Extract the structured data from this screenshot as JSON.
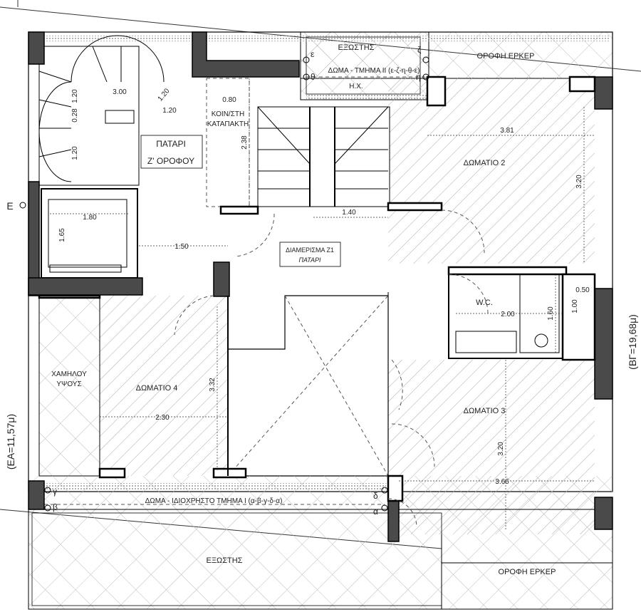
{
  "labels": {
    "balcony_top": "ΕΞΩΣΤΗΣ",
    "roof_erker_top": "ΟΡΟΦΗ ΕΡΚΕΡ",
    "terrace_ii": "ΔΩΜΑ - ΤΜΗΜΑ ΙΙ (ε-ζ-η-θ-ε)",
    "hx": "Η.Χ.",
    "patari_line1": "ΠΑΤΑΡΙ",
    "patari_line2": "Ζ' ΟΡΟΦΟΥ",
    "hatch_line1": "ΚΟΙΝ/ΣΤΗ",
    "hatch_line2": "ΚΑΤΑΠΑΚΤΗ",
    "room2": "ΔΩΜΑΤΙΟ 2",
    "apartment": "ΔΙΑΜΕΡΙΣΜΑ Ζ1",
    "apartment_sub": "ΠΑΤΑΡΙ",
    "wc": "W.C.",
    "low_line1": "ΧΑΜΗΛΟΥ",
    "low_line2": "ΥΨΟΥΣ",
    "room4": "ΔΩΜΑΤΙΟ 4",
    "room3": "ΔΩΜΑΤΙΟ 3",
    "terrace_i": "ΔΩΜΑ - ΙΔΙΟΧΡΗΣΤΟ ΤΜΗΜΑ Ι (α-β-γ-δ-α)",
    "balcony_bottom": "ΕΞΩΣΤΗΣ",
    "roof_erker_bottom": "ΟΡΟΦΗ ΕΡΚΕΡ",
    "side_left": "(ΕΑ=11,57μ)",
    "side_right": "(ΒΓ=19,68μ)",
    "point_e_left": "Ε"
  },
  "points": {
    "epsilon": "ε",
    "zeta": "ζ",
    "eta": "η",
    "theta": "θ",
    "alpha1": "α",
    "beta": "β",
    "gamma": "γ",
    "delta": "δ",
    "alpha2": "α"
  },
  "dimensions": {
    "stair_1": "1.20",
    "stair_2": "3.00",
    "stair_3": "1.20",
    "stair_4": "1.20",
    "stair_5": "0.28",
    "stair_6": "1.20",
    "hatch_w": "0.80",
    "hatch_h": "2.38",
    "room2_w": "3.81",
    "room2_h": "3.20",
    "stair_w": "1.40",
    "lift_w": "1.80",
    "lift_h": "1.65",
    "hall_w": "1.50",
    "wc_w": "2.00",
    "wc_h": "1.60",
    "shaft_h": "1.00",
    "shaft_w": "0.50",
    "room4_h": "3.32",
    "room4_w": "2.30",
    "room3_h": "3.20",
    "room3_w": "3.66"
  }
}
